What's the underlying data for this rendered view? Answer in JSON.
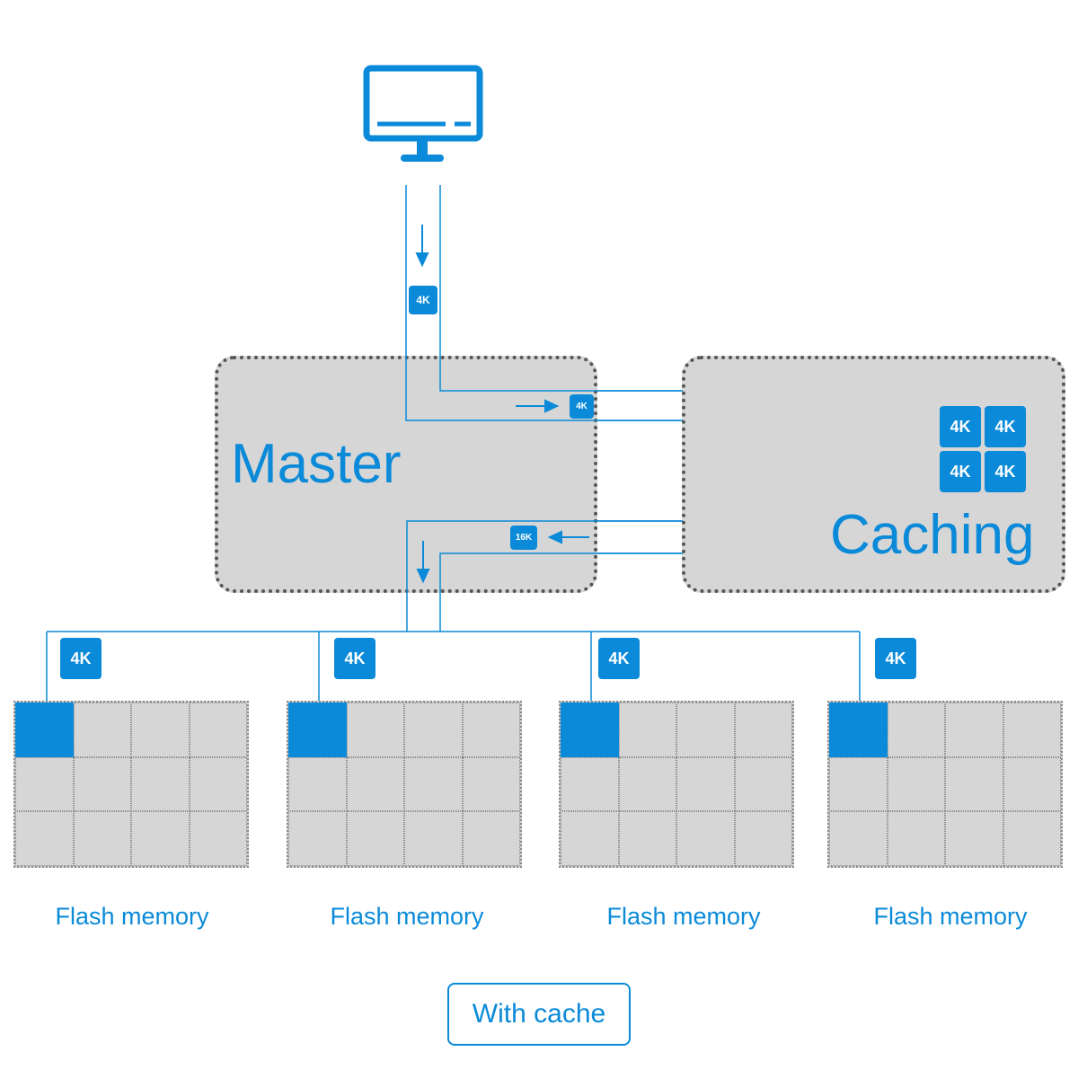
{
  "host": {
    "icon": "monitor-icon"
  },
  "master": {
    "title": "Master"
  },
  "caching": {
    "title": "Caching",
    "blocks": [
      "4K",
      "4K",
      "4K",
      "4K"
    ]
  },
  "flows": {
    "host_write": "4K",
    "to_cache": "4K",
    "from_cache": "16K"
  },
  "flash": [
    {
      "label": "Flash memory",
      "write": "4K"
    },
    {
      "label": "Flash memory",
      "write": "4K"
    },
    {
      "label": "Flash memory",
      "write": "4K"
    },
    {
      "label": "Flash memory",
      "write": "4K"
    }
  ],
  "footer": {
    "label": "With cache"
  },
  "colors": {
    "accent": "#0a8ad8",
    "box_fill": "#d6d6d6",
    "border": "#555555"
  }
}
